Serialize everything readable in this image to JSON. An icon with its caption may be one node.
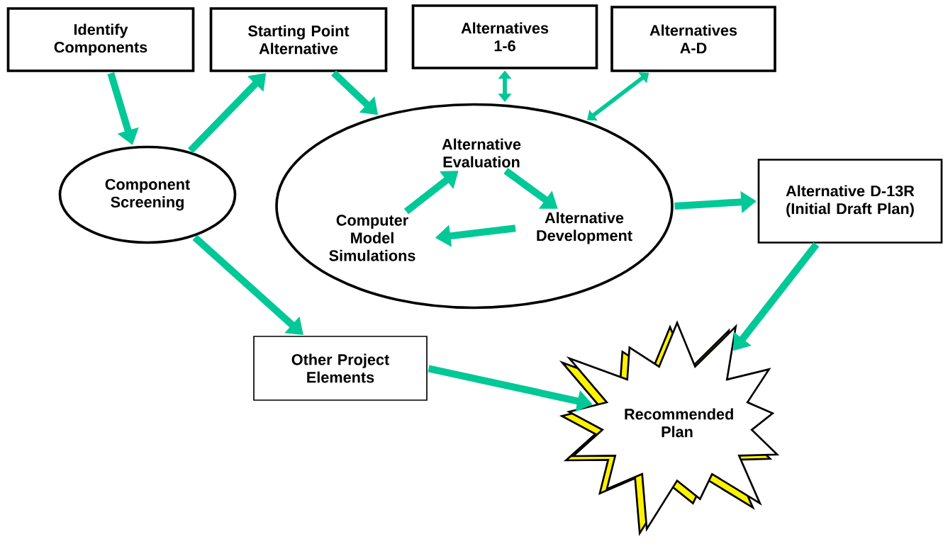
{
  "diagram": {
    "nodes": [
      {
        "text": [
          "Identify Components"
        ]
      },
      {
        "text": [
          "Starting Point Alternative"
        ]
      },
      {
        "text": [
          "Alternatives 1-6"
        ]
      },
      {
        "text": [
          "Alternatives A-D"
        ]
      },
      {
        "text": [
          "Component Screening"
        ]
      },
      {
        "text": [],
        "shape": "ellipse"
      },
      {
        "text": [
          "Alternative Evaluation"
        ],
        "in": 5
      },
      {
        "text": [
          "Alternative Development"
        ],
        "in": 5
      },
      {
        "text": [
          "Computer Model Simulations"
        ],
        "in": 5
      },
      {
        "text": [
          "Alternative D-13R (Initial Draft Plan)"
        ]
      },
      {
        "text": [
          "Other Project Elements"
        ]
      },
      {
        "text": [
          "Recommended Plan"
        ]
      }
    ],
    "edges": [
      {
        "from": 0,
        "to": 4,
        "arrow": "to"
      },
      {
        "from": 4,
        "to": 1,
        "arrow": "to"
      },
      {
        "from": 1,
        "to": 5,
        "arrow": "to"
      },
      {
        "from": 2,
        "to": 5,
        "arrow": "both"
      },
      {
        "from": 3,
        "to": 5,
        "arrow": "both"
      },
      {
        "from": 8,
        "to": 6,
        "arrow": "to"
      },
      {
        "from": 6,
        "to": 7,
        "arrow": "to"
      },
      {
        "from": 7,
        "to": 8,
        "arrow": "to"
      },
      {
        "from": 5,
        "to": 9,
        "arrow": "to"
      },
      {
        "from": 4,
        "to": 10,
        "arrow": "to"
      },
      {
        "from": 10,
        "to": 11,
        "arrow": "to"
      },
      {
        "from": 9,
        "to": 11,
        "arrow": "to"
      }
    ]
  }
}
